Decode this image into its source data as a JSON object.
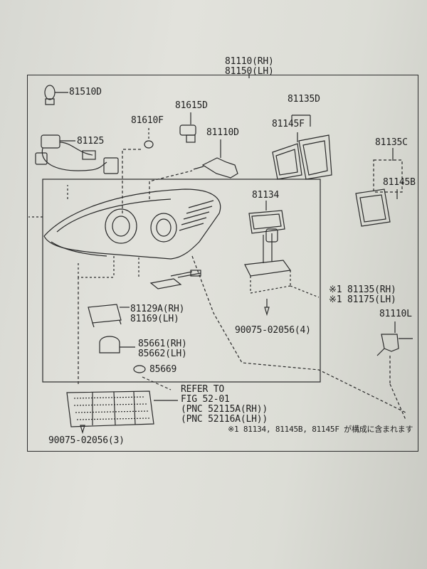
{
  "labels": {
    "assy_rh": "81110(RH)",
    "assy_lh": "81150(LH)",
    "p81510d": "81510D",
    "p81125": "81125",
    "p81610f": "81610F",
    "p81615d": "81615D",
    "p81110d": "81110D",
    "p81135d": "81135D",
    "p81145f": "81145F",
    "p81135c": "81135C",
    "p81145b": "81145B",
    "p81134": "81134",
    "note_mark": "※1 ",
    "p81135_rh": "81135(RH)",
    "p81175_lh": "81175(LH)",
    "screw4": "90075-02056(4)",
    "p81129a_rh": "81129A(RH)",
    "p81169_lh": "81169(LH)",
    "p85661_rh": "85661(RH)",
    "p85662_lh": "85662(LH)",
    "p85669": "85669",
    "p81110l": "81110L",
    "refer_line1": "REFER TO",
    "refer_line2": "FIG 52-01",
    "refer_line3": "(PNC 52115A(RH))",
    "refer_line4": "(PNC 52116A(LH))",
    "screw3": "90075-02056(3)",
    "footnote": "※1 81134, 81145B, 81145F が構成に含まれます"
  },
  "bleed": {
    "h1": "",
    "h2": "",
    "r1": "",
    "r2": "",
    "r3": "",
    "r4": ""
  }
}
